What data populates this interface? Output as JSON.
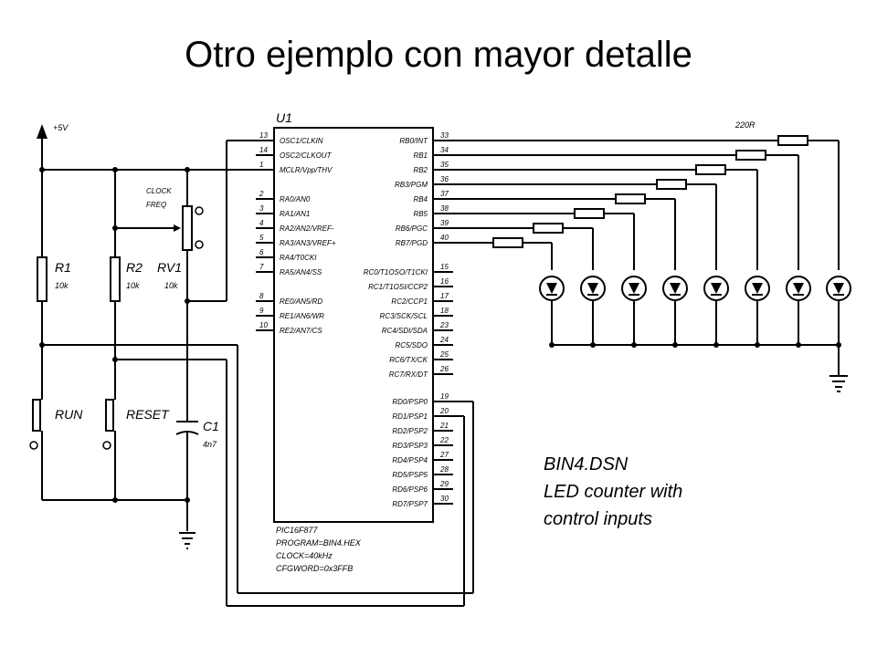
{
  "title": "Otro ejemplo con mayor detalle",
  "supply": {
    "label": "+5V"
  },
  "chip": {
    "ref": "U1",
    "left_pins": [
      {
        "num": "13",
        "name": "OSC1/CLKIN"
      },
      {
        "num": "14",
        "name": "OSC2/CLKOUT"
      },
      {
        "num": "1",
        "name": "MCLR/Vpp/THV"
      },
      {
        "num": "2",
        "name": "RA0/AN0"
      },
      {
        "num": "3",
        "name": "RA1/AN1"
      },
      {
        "num": "4",
        "name": "RA2/AN2/VREF-"
      },
      {
        "num": "5",
        "name": "RA3/AN3/VREF+"
      },
      {
        "num": "6",
        "name": "RA4/T0CKI"
      },
      {
        "num": "7",
        "name": "RA5/AN4/SS"
      },
      {
        "num": "8",
        "name": "RE0/AN5/RD"
      },
      {
        "num": "9",
        "name": "RE1/AN6/WR"
      },
      {
        "num": "10",
        "name": "RE2/AN7/CS"
      }
    ],
    "right_pins": [
      {
        "num": "33",
        "name": "RB0/INT"
      },
      {
        "num": "34",
        "name": "RB1"
      },
      {
        "num": "35",
        "name": "RB2"
      },
      {
        "num": "36",
        "name": "RB3/PGM"
      },
      {
        "num": "37",
        "name": "RB4"
      },
      {
        "num": "38",
        "name": "RB5"
      },
      {
        "num": "39",
        "name": "RB6/PGC"
      },
      {
        "num": "40",
        "name": "RB7/PGD"
      },
      {
        "num": "15",
        "name": "RC0/T1OSO/T1CKI"
      },
      {
        "num": "16",
        "name": "RC1/T1OSI/CCP2"
      },
      {
        "num": "17",
        "name": "RC2/CCP1"
      },
      {
        "num": "18",
        "name": "RC3/SCK/SCL"
      },
      {
        "num": "23",
        "name": "RC4/SDI/SDA"
      },
      {
        "num": "24",
        "name": "RC5/SDO"
      },
      {
        "num": "25",
        "name": "RC6/TX/CK"
      },
      {
        "num": "26",
        "name": "RC7/RX/DT"
      },
      {
        "num": "19",
        "name": "RD0/PSP0"
      },
      {
        "num": "20",
        "name": "RD1/PSP1"
      },
      {
        "num": "21",
        "name": "RD2/PSP2"
      },
      {
        "num": "22",
        "name": "RD3/PSP3"
      },
      {
        "num": "27",
        "name": "RD4/PSP4"
      },
      {
        "num": "28",
        "name": "RD5/PSP5"
      },
      {
        "num": "29",
        "name": "RD6/PSP6"
      },
      {
        "num": "30",
        "name": "RD7/PSP7"
      }
    ],
    "info": [
      "PIC16F877",
      "PROGRAM=BIN4.HEX",
      "CLOCK=40kHz",
      "CFGWORD=0x3FFB"
    ]
  },
  "components": {
    "r1": {
      "ref": "R1",
      "value": "10k"
    },
    "r2": {
      "ref": "R2",
      "value": "10k"
    },
    "rv1": {
      "ref": "RV1",
      "value": "10k"
    },
    "clock_freq": [
      "CLOCK",
      "FREQ"
    ],
    "c1": {
      "ref": "C1",
      "value": "4n7"
    },
    "run": "RUN",
    "reset": "RESET",
    "resistor_array_value": "220R"
  },
  "note": [
    "BIN4.DSN",
    "LED counter with",
    "control inputs"
  ]
}
